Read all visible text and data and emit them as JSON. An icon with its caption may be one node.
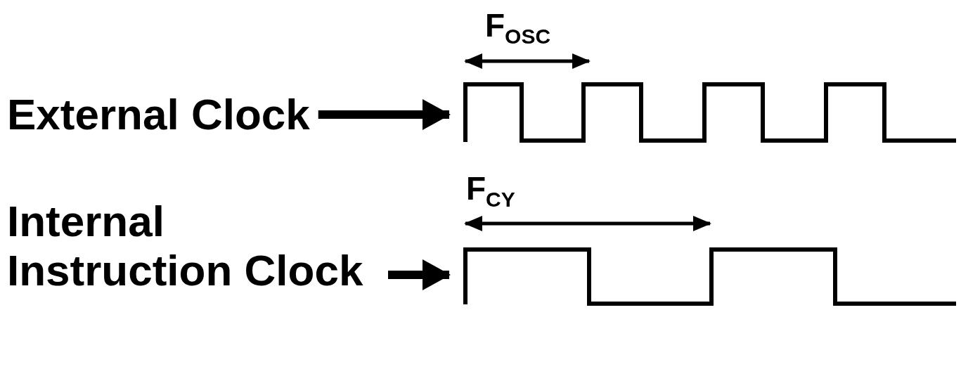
{
  "diagram": {
    "nodes": [
      {
        "text": [
          "External Clock"
        ]
      },
      {
        "text": [],
        "shape": "waveform"
      },
      {
        "text": [
          "Internal Instruction Clock"
        ]
      },
      {
        "text": [],
        "shape": "waveform"
      }
    ],
    "edges": [
      {
        "from": 0,
        "to": 1,
        "arrow": "to"
      },
      {
        "from": 2,
        "to": 3,
        "arrow": "to"
      }
    ],
    "labels": [
      "F$_{OSC}$",
      "F$_{CY}$"
    ]
  }
}
